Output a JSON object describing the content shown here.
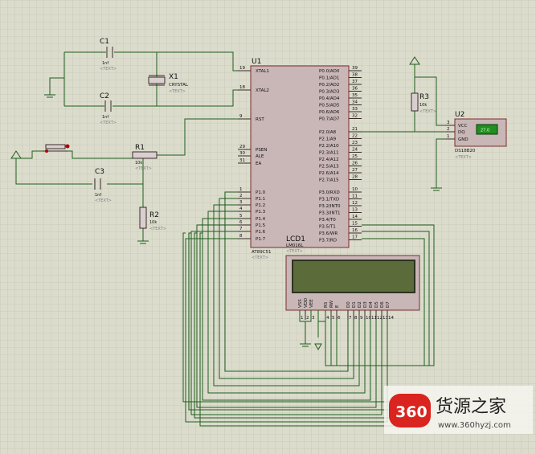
{
  "components": {
    "c1": {
      "ref": "C1",
      "value": "1nf",
      "text": "<TEXT>"
    },
    "c2": {
      "ref": "C2",
      "value": "1nf",
      "text": "<TEXT>"
    },
    "c3": {
      "ref": "C3",
      "value": "1nf",
      "text": "<TEXT>"
    },
    "x1": {
      "ref": "X1",
      "value": "CRYSTAL",
      "text": "<TEXT>"
    },
    "r1": {
      "ref": "R1",
      "value": "10k",
      "text": "<TEXT>"
    },
    "r2": {
      "ref": "R2",
      "value": "10k",
      "text": "<TEXT>"
    },
    "r3": {
      "ref": "R3",
      "value": "10k",
      "text": "<TEXT>"
    },
    "u1": {
      "ref": "U1",
      "part": "AT89C51",
      "text": "<TEXT>"
    },
    "u2": {
      "ref": "U2",
      "part": "DS18B20",
      "text": "<TEXT>",
      "display": "27.0"
    },
    "lcd1": {
      "ref": "LCD1",
      "part": "LM016L",
      "text": "<TEXT>"
    }
  },
  "u1_left_pins": [
    {
      "num": "19",
      "name": "XTAL1"
    },
    {
      "num": "18",
      "name": "XTAL2"
    },
    {
      "num": "9",
      "name": "RST"
    },
    {
      "num": "29",
      "name": "PSEN"
    },
    {
      "num": "30",
      "name": "ALE"
    },
    {
      "num": "31",
      "name": "EA"
    },
    {
      "num": "1",
      "name": "P1.0"
    },
    {
      "num": "2",
      "name": "P1.1"
    },
    {
      "num": "3",
      "name": "P1.2"
    },
    {
      "num": "4",
      "name": "P1.3"
    },
    {
      "num": "5",
      "name": "P1.4"
    },
    {
      "num": "6",
      "name": "P1.5"
    },
    {
      "num": "7",
      "name": "P1.6"
    },
    {
      "num": "8",
      "name": "P1.7"
    }
  ],
  "u1_right_pins": [
    {
      "num": "39",
      "name": "P0.0/AD0"
    },
    {
      "num": "38",
      "name": "P0.1/AD1"
    },
    {
      "num": "37",
      "name": "P0.2/AD2"
    },
    {
      "num": "36",
      "name": "P0.3/AD3"
    },
    {
      "num": "35",
      "name": "P0.4/AD4"
    },
    {
      "num": "34",
      "name": "P0.5/AD5"
    },
    {
      "num": "33",
      "name": "P0.6/AD6"
    },
    {
      "num": "32",
      "name": "P0.7/AD7"
    },
    {
      "num": "21",
      "name": "P2.0/A8"
    },
    {
      "num": "22",
      "name": "P2.1/A9"
    },
    {
      "num": "23",
      "name": "P2.2/A10"
    },
    {
      "num": "24",
      "name": "P2.3/A11"
    },
    {
      "num": "25",
      "name": "P2.4/A12"
    },
    {
      "num": "26",
      "name": "P2.5/A13"
    },
    {
      "num": "27",
      "name": "P2.6/A14"
    },
    {
      "num": "28",
      "name": "P2.7/A15"
    },
    {
      "num": "10",
      "name": "P3.0/RXD"
    },
    {
      "num": "11",
      "name": "P3.1/TXD"
    },
    {
      "num": "12",
      "name": "P3.2/INT0"
    },
    {
      "num": "13",
      "name": "P3.3/INT1"
    },
    {
      "num": "14",
      "name": "P3.4/T0"
    },
    {
      "num": "15",
      "name": "P3.5/T1"
    },
    {
      "num": "16",
      "name": "P3.6/WR"
    },
    {
      "num": "17",
      "name": "P3.7/RD"
    }
  ],
  "u2_pins": [
    {
      "num": "3",
      "name": "VCC"
    },
    {
      "num": "2",
      "name": "DQ"
    },
    {
      "num": "1",
      "name": "GND"
    }
  ],
  "lcd_pins": [
    {
      "num": "1",
      "name": "VSS"
    },
    {
      "num": "2",
      "name": "VDD"
    },
    {
      "num": "3",
      "name": "VEE"
    },
    {
      "num": "4",
      "name": "RS"
    },
    {
      "num": "5",
      "name": "RW"
    },
    {
      "num": "6",
      "name": "E"
    },
    {
      "num": "7",
      "name": "D0"
    },
    {
      "num": "8",
      "name": "D1"
    },
    {
      "num": "9",
      "name": "D2"
    },
    {
      "num": "10",
      "name": "D3"
    },
    {
      "num": "11",
      "name": "D4"
    },
    {
      "num": "12",
      "name": "D5"
    },
    {
      "num": "13",
      "name": "D6"
    },
    {
      "num": "14",
      "name": "D7"
    }
  ],
  "watermark": {
    "brand_number": "360",
    "brand_name": "货源之家",
    "url": "www.360hyzj.com"
  },
  "colors": {
    "background": "#dcdccd",
    "grid": "#c6c6b6",
    "wire": "#1c5e1c",
    "ic_body": "#c9b6b6",
    "ic_border": "#7a2e2e",
    "lcd_screen": "#5c6b3a",
    "sensor_display": "#1f8f1f",
    "watermark_red": "#d9241f"
  }
}
